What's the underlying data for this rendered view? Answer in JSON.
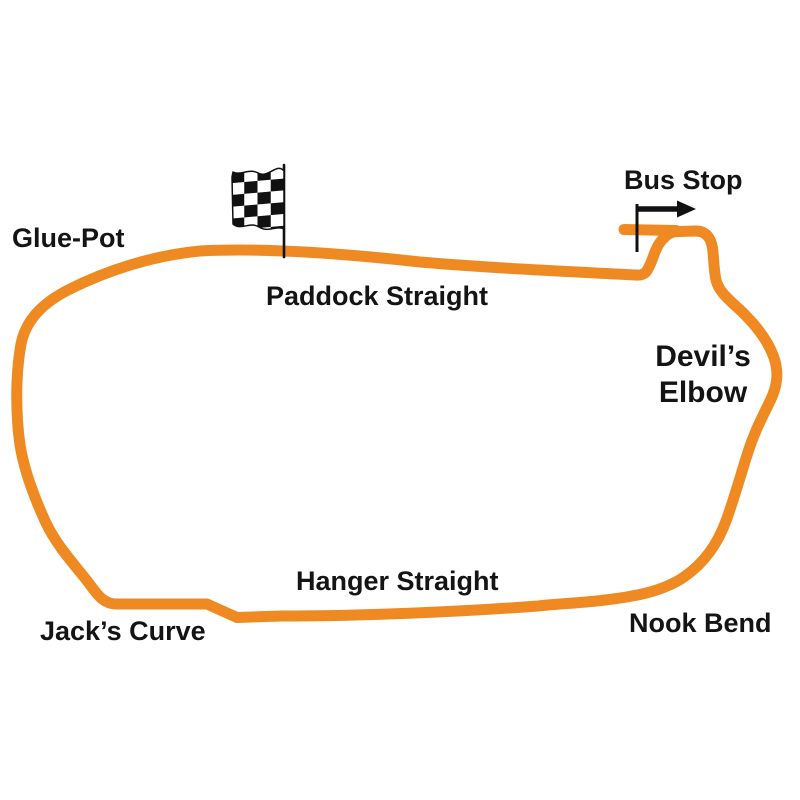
{
  "figure": {
    "type": "race-circuit-map",
    "background": "#ffffff",
    "track_color": "#EF8A23",
    "label_color": "#141414",
    "flag_dark": "#111111",
    "flag_light": "#ffffff",
    "arrow_color": "#111111"
  },
  "labels": {
    "glue_pot": "Glue-Pot",
    "paddock_straight": "Paddock Straight",
    "bus_stop": "Bus Stop",
    "devils_elbow_line1": "Devil’s",
    "devils_elbow_line2": "Elbow",
    "hanger_straight": "Hanger Straight",
    "jacks_curve": "Jack’s Curve",
    "nook_bend": "Nook Bend"
  },
  "corners": [
    "Glue-Pot",
    "Paddock Straight",
    "Bus Stop",
    "Devil’s Elbow",
    "Nook Bend",
    "Hanger Straight",
    "Jack’s Curve"
  ],
  "icons": {
    "checkered_flag": "start-finish checkered flag on pole",
    "direction_arrow": "right-pointing race direction arrow at Bus Stop"
  }
}
